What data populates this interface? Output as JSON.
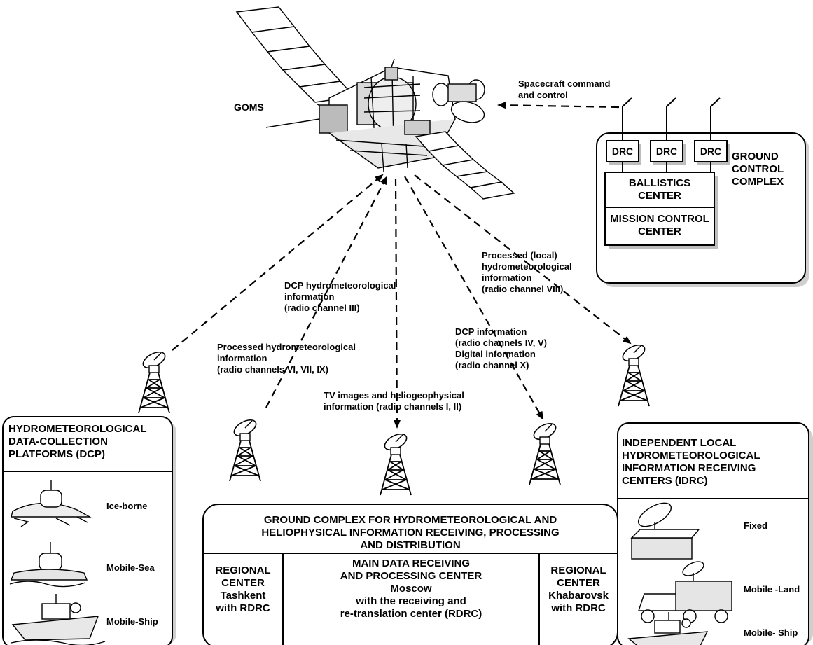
{
  "satellite": {
    "name": "GOMS"
  },
  "ground_control": {
    "uplink_label": [
      "Spacecraft command",
      "and control"
    ],
    "drc_labels": [
      "DRC",
      "DRC",
      "DRC"
    ],
    "ballistics": [
      "BALLISTICS",
      "CENTER"
    ],
    "mission": [
      "MISSION CONTROL",
      "CENTER"
    ],
    "title": [
      "GROUND",
      "CONTROL",
      "COMPLEX"
    ]
  },
  "links": {
    "dcp_hydro": [
      "DCP hydrometeorological",
      "information",
      "(radio channel  III)"
    ],
    "processed_hydro": [
      "Processed hydrometeorological",
      "information",
      "(radio channels VI, VII, IX)"
    ],
    "tv_images": [
      "TV images and heliogeophysical",
      "information (radio channels I, II)"
    ],
    "dcp_info": [
      "DCP information",
      "(radio channels IV, V)",
      "Digital information",
      "(radio channel X)"
    ],
    "processed_local": [
      "Processed (local)",
      "hydrometeorological",
      "information",
      "(radio channel VIII)"
    ]
  },
  "dcp_box": {
    "title": [
      "HYDROMETEOROLOGICAL",
      "DATA-COLLECTION",
      "PLATFORMS (DCP)"
    ],
    "items": [
      "Ice-borne",
      "Mobile-Sea",
      "Mobile-Ship"
    ]
  },
  "ground_complex": {
    "title": [
      "GROUND COMPLEX FOR HYDROMETEOROLOGICAL AND",
      "HELIOPHYSICAL INFORMATION RECEIVING, PROCESSING",
      "AND DISTRIBUTION"
    ],
    "left": [
      "REGIONAL",
      "CENTER",
      "Tashkent",
      "with RDRC"
    ],
    "center": [
      "MAIN DATA RECEIVING",
      "AND PROCESSING CENTER",
      "Moscow",
      "with the receiving and",
      "re-translation center (RDRC)"
    ],
    "right": [
      "REGIONAL",
      "CENTER",
      "Khabarovsk",
      "with RDRC"
    ]
  },
  "idrc_box": {
    "title": [
      "INDEPENDENT LOCAL",
      "HYDROMETEOROLOGICAL",
      "INFORMATION RECEIVING",
      "CENTERS (IDRC)"
    ],
    "items": [
      "Fixed",
      "Mobile -Land",
      "Mobile- Ship"
    ]
  }
}
